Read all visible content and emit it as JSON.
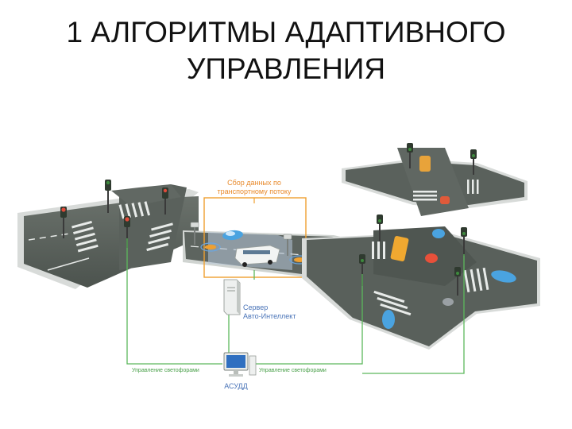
{
  "title": {
    "line1": "1 АЛГОРИТМЫ АДАПТИВНОГО",
    "line2": "УПРАВЛЕНИЯ"
  },
  "diagram": {
    "data_collection_label": {
      "line1": "Сбор данных по",
      "line2": "транспортному потоку"
    },
    "server_label": {
      "line1": "Сервер",
      "line2": "Авто-Интеллект"
    },
    "control_left_label": "Управление светофорами",
    "control_right_label": "Управление светофорами",
    "asudd_label": "АСУДД",
    "colors": {
      "road": "#58605a",
      "road_dark": "#444a45",
      "curb": "#c9cdca",
      "link_line": "#5cb85c",
      "orange_box": "#f0a030",
      "label_orange": "#e8892a",
      "label_blue": "#4a74b8",
      "label_green": "#4aa04a"
    }
  }
}
